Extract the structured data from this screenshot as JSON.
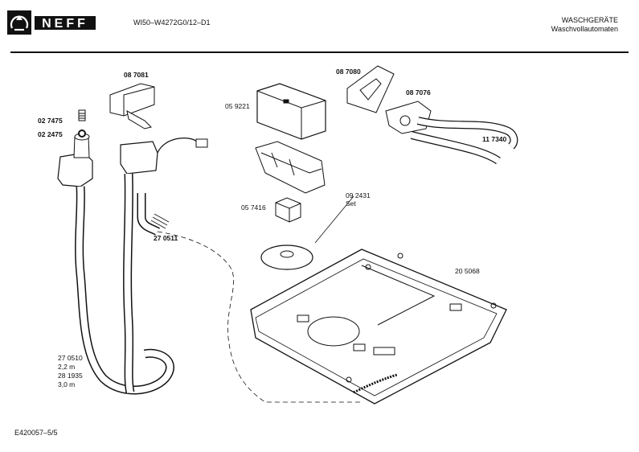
{
  "header": {
    "brand": "NEFF",
    "model": "WI50–W4272G0/12–D1",
    "category": "WASCHGERÄTE",
    "subcategory": "Waschvollautomaten"
  },
  "parts": {
    "p087081": "08 7081",
    "p027475": "02 7475",
    "p022475": "02 2475",
    "p270511": "27 0511",
    "p059221": "05 9221",
    "p057416": "05 7416",
    "p092431": "09 2431",
    "set": "Set",
    "p087080": "08 7080",
    "p087076": "08 7076",
    "p117340": "11 7340",
    "p205068": "20 5068",
    "p270510": "27 0510",
    "len22": "2,2 m",
    "p281935": "28 1935",
    "len30": "3,0 m"
  },
  "footer": {
    "code": "E420057–5/5"
  }
}
